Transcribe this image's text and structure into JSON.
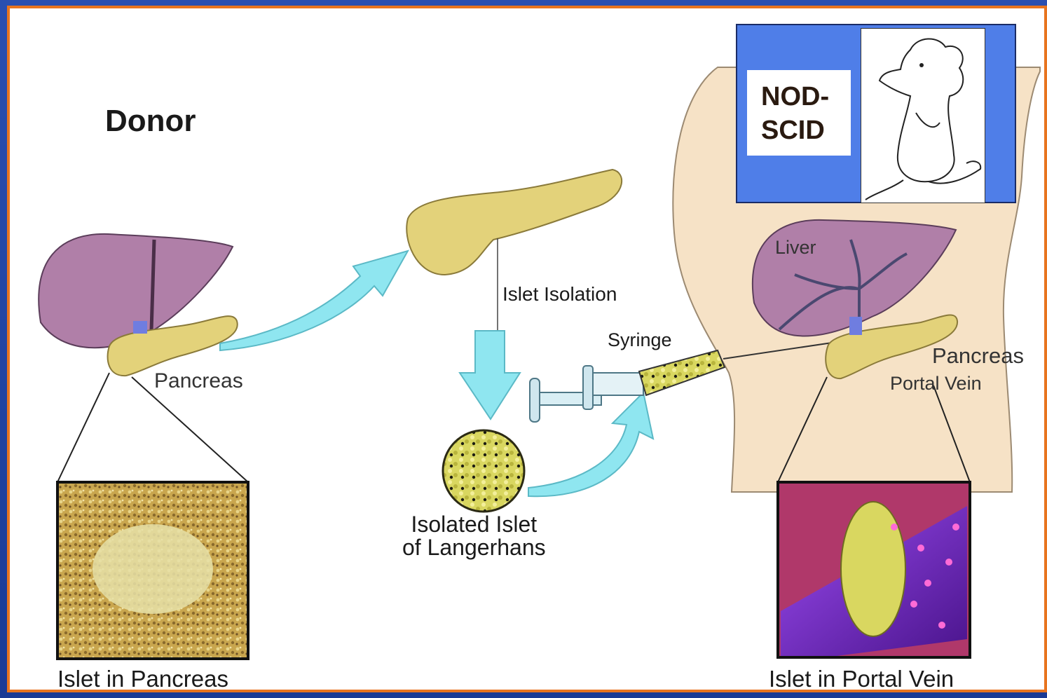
{
  "diagram": {
    "donor_title": "Donor",
    "labels": {
      "pancreas_left": "Pancreas",
      "islet_isolation": "Islet Isolation",
      "syringe": "Syringe",
      "isolated_islet_line1": "Isolated Islet",
      "isolated_islet_line2": "of Langerhans",
      "liver": "Liver",
      "pancreas_right": "Pancreas",
      "portal_vein": "Portal Vein",
      "islet_in_pancreas": "Islet in Pancreas",
      "islet_in_portal_vein": "Islet in Portal Vein"
    },
    "recipient_model": "NOD-SCID",
    "colors": {
      "background": "#1f3f9a",
      "border": "#e8741f",
      "arrow": "#8fe6f0",
      "liver": "#b07fa8",
      "pancreas": "#e3d27a",
      "skin": "#f6e2c6",
      "nod_panel": "#4f7ee8",
      "vein": "#7a2fd0"
    },
    "icons": [
      "liver-icon",
      "pancreas-icon",
      "syringe-icon",
      "islet-icon",
      "mouse-icon",
      "arrow-icon"
    ]
  }
}
